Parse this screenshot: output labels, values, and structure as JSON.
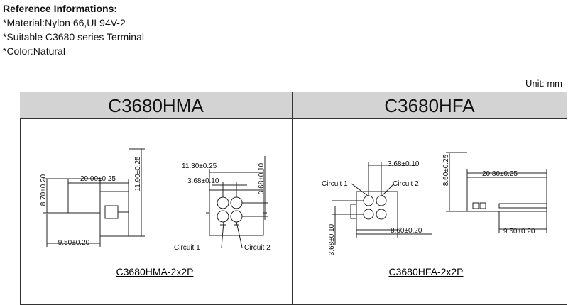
{
  "reference": {
    "heading": "Reference Informations:",
    "material": "*Material:Nylon 66,UL94V-2",
    "terminal": "*Suitable C3680 series Terminal",
    "color": "*Color:Natural"
  },
  "unit": "Unit: mm",
  "left": {
    "title": "C3680HMA",
    "part": "C3680HMA-2x2P",
    "dims": {
      "height": "8.70±0.20",
      "length": "20.00±0.25",
      "total_height": "11.90±0.25",
      "base": "9.50±0.20",
      "width": "11.30±0.25",
      "pitch": "3.68±0.10",
      "pitch_v": "3.68±0.10"
    },
    "circuit1": "Circuit 1",
    "circuit2": "Circuit 2"
  },
  "right": {
    "title": "C3680HFA",
    "part": "C3680HFA-2x2P",
    "dims": {
      "pitch": "3.68±0.10",
      "width": "8.60±0.20",
      "pitch_v": "3.68±0.10",
      "height": "8.60±0.25",
      "length": "20.80±0.25",
      "base": "9.50±0.20"
    },
    "circuit1": "Circuit 1",
    "circuit2": "Circuit 2"
  }
}
